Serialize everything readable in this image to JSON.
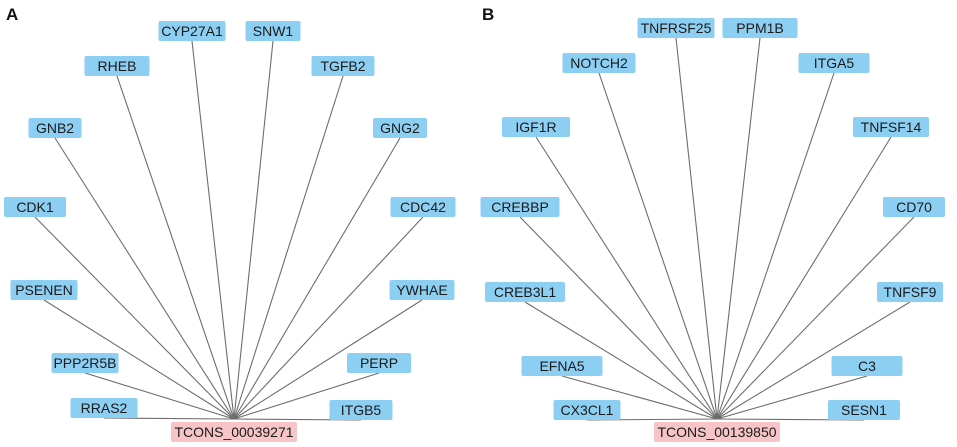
{
  "colors": {
    "target_fill": "#8dcff3",
    "center_fill": "#f7c5c8",
    "edge": "#6d6d6d",
    "text": "#1a1a1a"
  },
  "panels": [
    {
      "id": "A",
      "label": "A",
      "center": "TCONS_00039271",
      "targets": [
        "RRAS2",
        "PPP2R5B",
        "PSENEN",
        "CDK1",
        "GNB2",
        "RHEB",
        "CYP27A1",
        "SNW1",
        "TGFB2",
        "GNG2",
        "CDC42",
        "YWHAE",
        "PERP",
        "ITGB5"
      ]
    },
    {
      "id": "B",
      "label": "B",
      "center": "TCONS_00139850",
      "targets": [
        "CX3CL1",
        "EFNA5",
        "CREB3L1",
        "CREBBP",
        "IGF1R",
        "NOTCH2",
        "TNFRSF25",
        "PPM1B",
        "ITGA5",
        "TNFSF14",
        "CD70",
        "TNFSF9",
        "C3",
        "SESN1"
      ]
    }
  ]
}
